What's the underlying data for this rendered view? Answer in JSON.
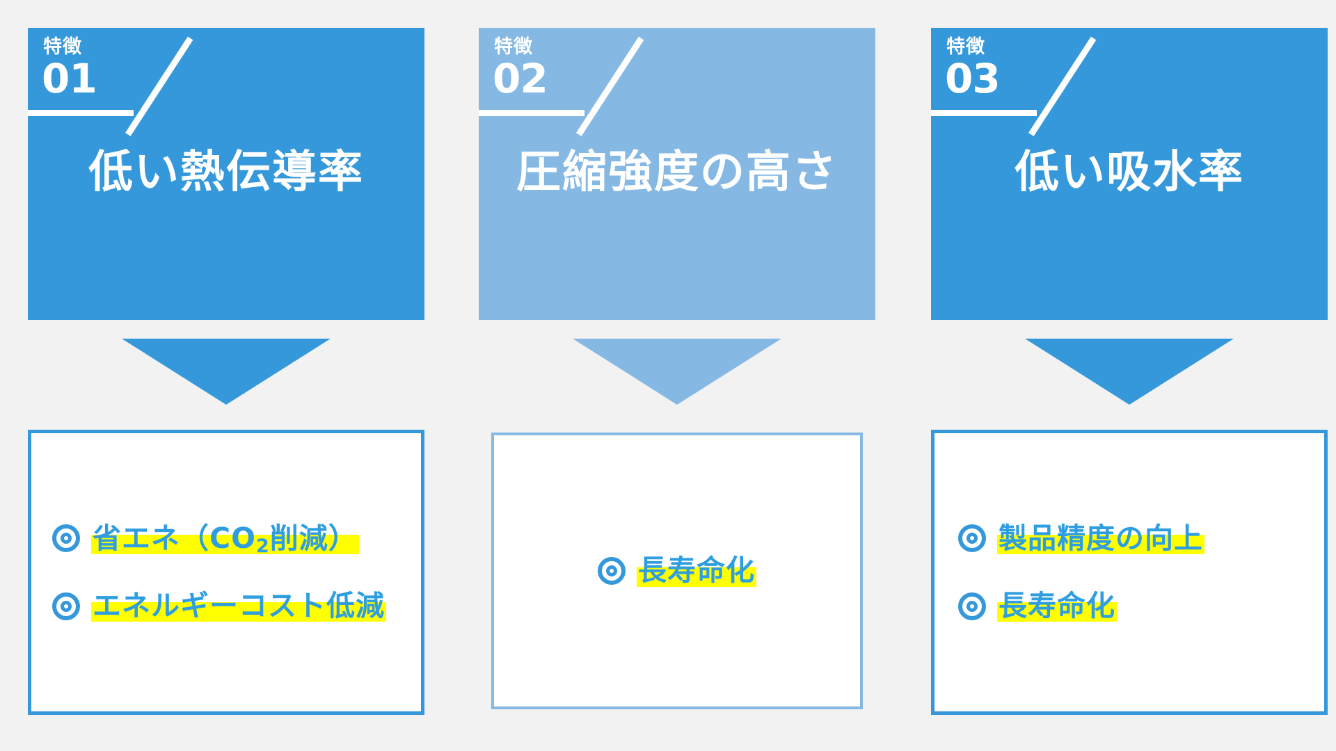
{
  "page": {
    "background_color": "#f2f2f2",
    "accent_color": "#3598db",
    "accent_color_light": "#85b8e3",
    "text_color": "#2f9ee0",
    "highlight_color": "#ffff00"
  },
  "columns": [
    {
      "badge_label": "特徴",
      "badge_number": "01",
      "title": "低い熱伝導率",
      "arrow_icon": "down-triangle-icon",
      "items": [
        {
          "bullet_icon": "double-circle-icon",
          "text": "省エネ（CO₂削減）"
        },
        {
          "bullet_icon": "double-circle-icon",
          "text": "エネルギーコスト低減"
        }
      ]
    },
    {
      "badge_label": "特徴",
      "badge_number": "02",
      "title": "圧縮強度の高さ",
      "arrow_icon": "down-triangle-icon",
      "items": [
        {
          "bullet_icon": "double-circle-icon",
          "text": "長寿命化"
        }
      ]
    },
    {
      "badge_label": "特徴",
      "badge_number": "03",
      "title": "低い吸水率",
      "arrow_icon": "down-triangle-icon",
      "items": [
        {
          "bullet_icon": "double-circle-icon",
          "text": "製品精度の向上"
        },
        {
          "bullet_icon": "double-circle-icon",
          "text": "長寿命化"
        }
      ]
    }
  ]
}
